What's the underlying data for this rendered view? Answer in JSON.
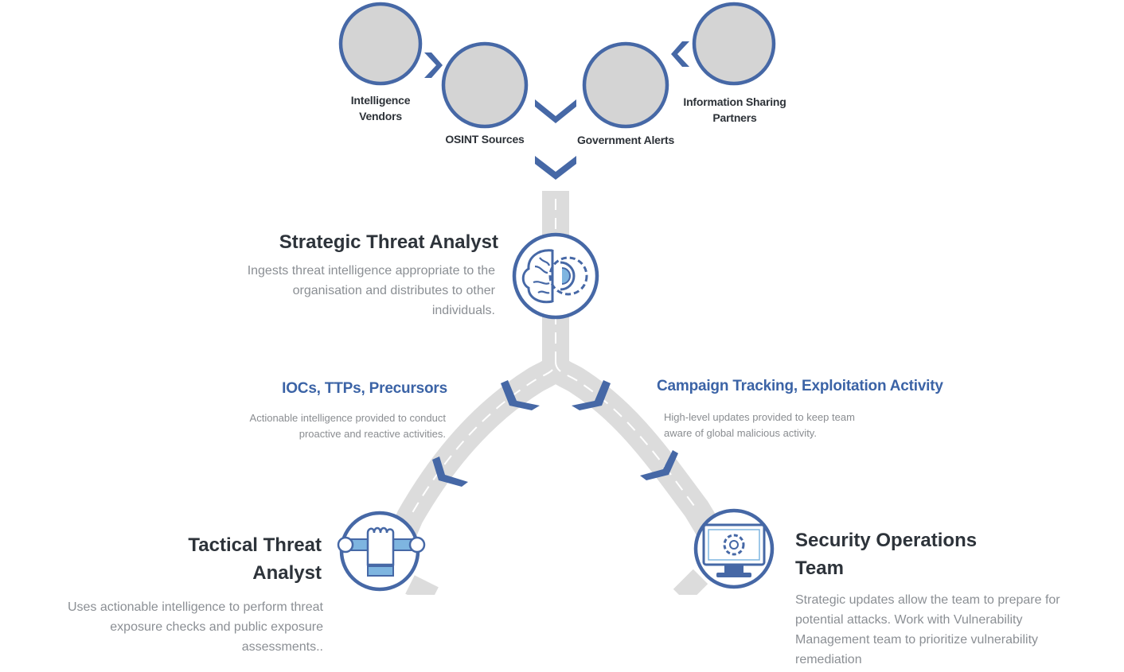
{
  "colors": {
    "accent": "#4668a6",
    "source_fill": "#d4d4d4",
    "road": "#dcdcdc",
    "road_dash": "#ffffff",
    "title_text": "#2d333a",
    "muted_text": "#8b8f94"
  },
  "sources": [
    {
      "label_lines": [
        "Intelligence",
        "Vendors"
      ]
    },
    {
      "label_lines": [
        "OSINT Sources"
      ]
    },
    {
      "label_lines": [
        "Government Alerts"
      ]
    },
    {
      "label_lines": [
        "Information Sharing",
        "Partners"
      ]
    }
  ],
  "strategic": {
    "title": "Strategic Threat Analyst",
    "description_lines": [
      "Ingests threat intelligence appropriate to the",
      "organisation and distributes to other",
      "individuals."
    ],
    "icon": "brain-gear-icon"
  },
  "left_flow": {
    "title": "IOCs, TTPs, Precursors",
    "description_lines": [
      "Actionable intelligence provided to conduct",
      "proactive and reactive activities."
    ]
  },
  "right_flow": {
    "title": "Campaign Tracking, Exploitation Activity",
    "description_lines": [
      "High-level updates provided to keep team",
      "aware of global malicious activity."
    ]
  },
  "tactical": {
    "title_lines": [
      "Tactical Threat",
      "Analyst"
    ],
    "description_lines": [
      "Uses actionable intelligence to perform threat",
      "exposure checks and public exposure",
      "assessments.."
    ],
    "icon": "fist-wrench-icon"
  },
  "secops": {
    "title_lines": [
      "Security Operations",
      "Team"
    ],
    "description_lines": [
      "Strategic updates allow the team to prepare for",
      "potential attacks. Work with Vulnerability",
      "Management team to prioritize vulnerability",
      "remediation"
    ],
    "icon": "monitor-gear-icon"
  }
}
